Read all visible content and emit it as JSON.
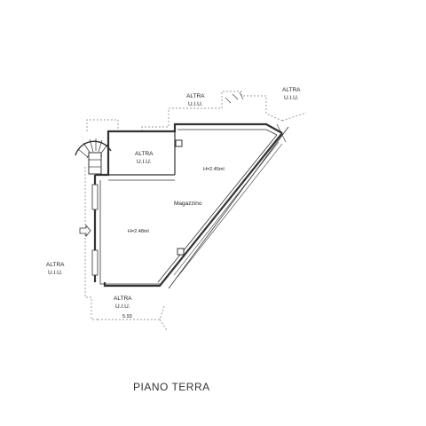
{
  "plan": {
    "title": "PIANO TERRA",
    "room_name": "Magazzino",
    "heights": [
      "H=2.45ml",
      "H=2.48ml"
    ],
    "neighbors": [
      {
        "line1": "ALTRA",
        "line2": "U.I.U."
      },
      {
        "line1": "ALTRA",
        "line2": "U.I.U."
      },
      {
        "line1": "ALTRA",
        "line2": "U.I.U."
      },
      {
        "line1": "ALTRA",
        "line2": "U.I.U."
      },
      {
        "line1": "ALTRA",
        "line2": "U.I.U."
      }
    ],
    "bottom_mark": "5.93"
  },
  "colors": {
    "line": "#333333",
    "dash": "#777777"
  }
}
